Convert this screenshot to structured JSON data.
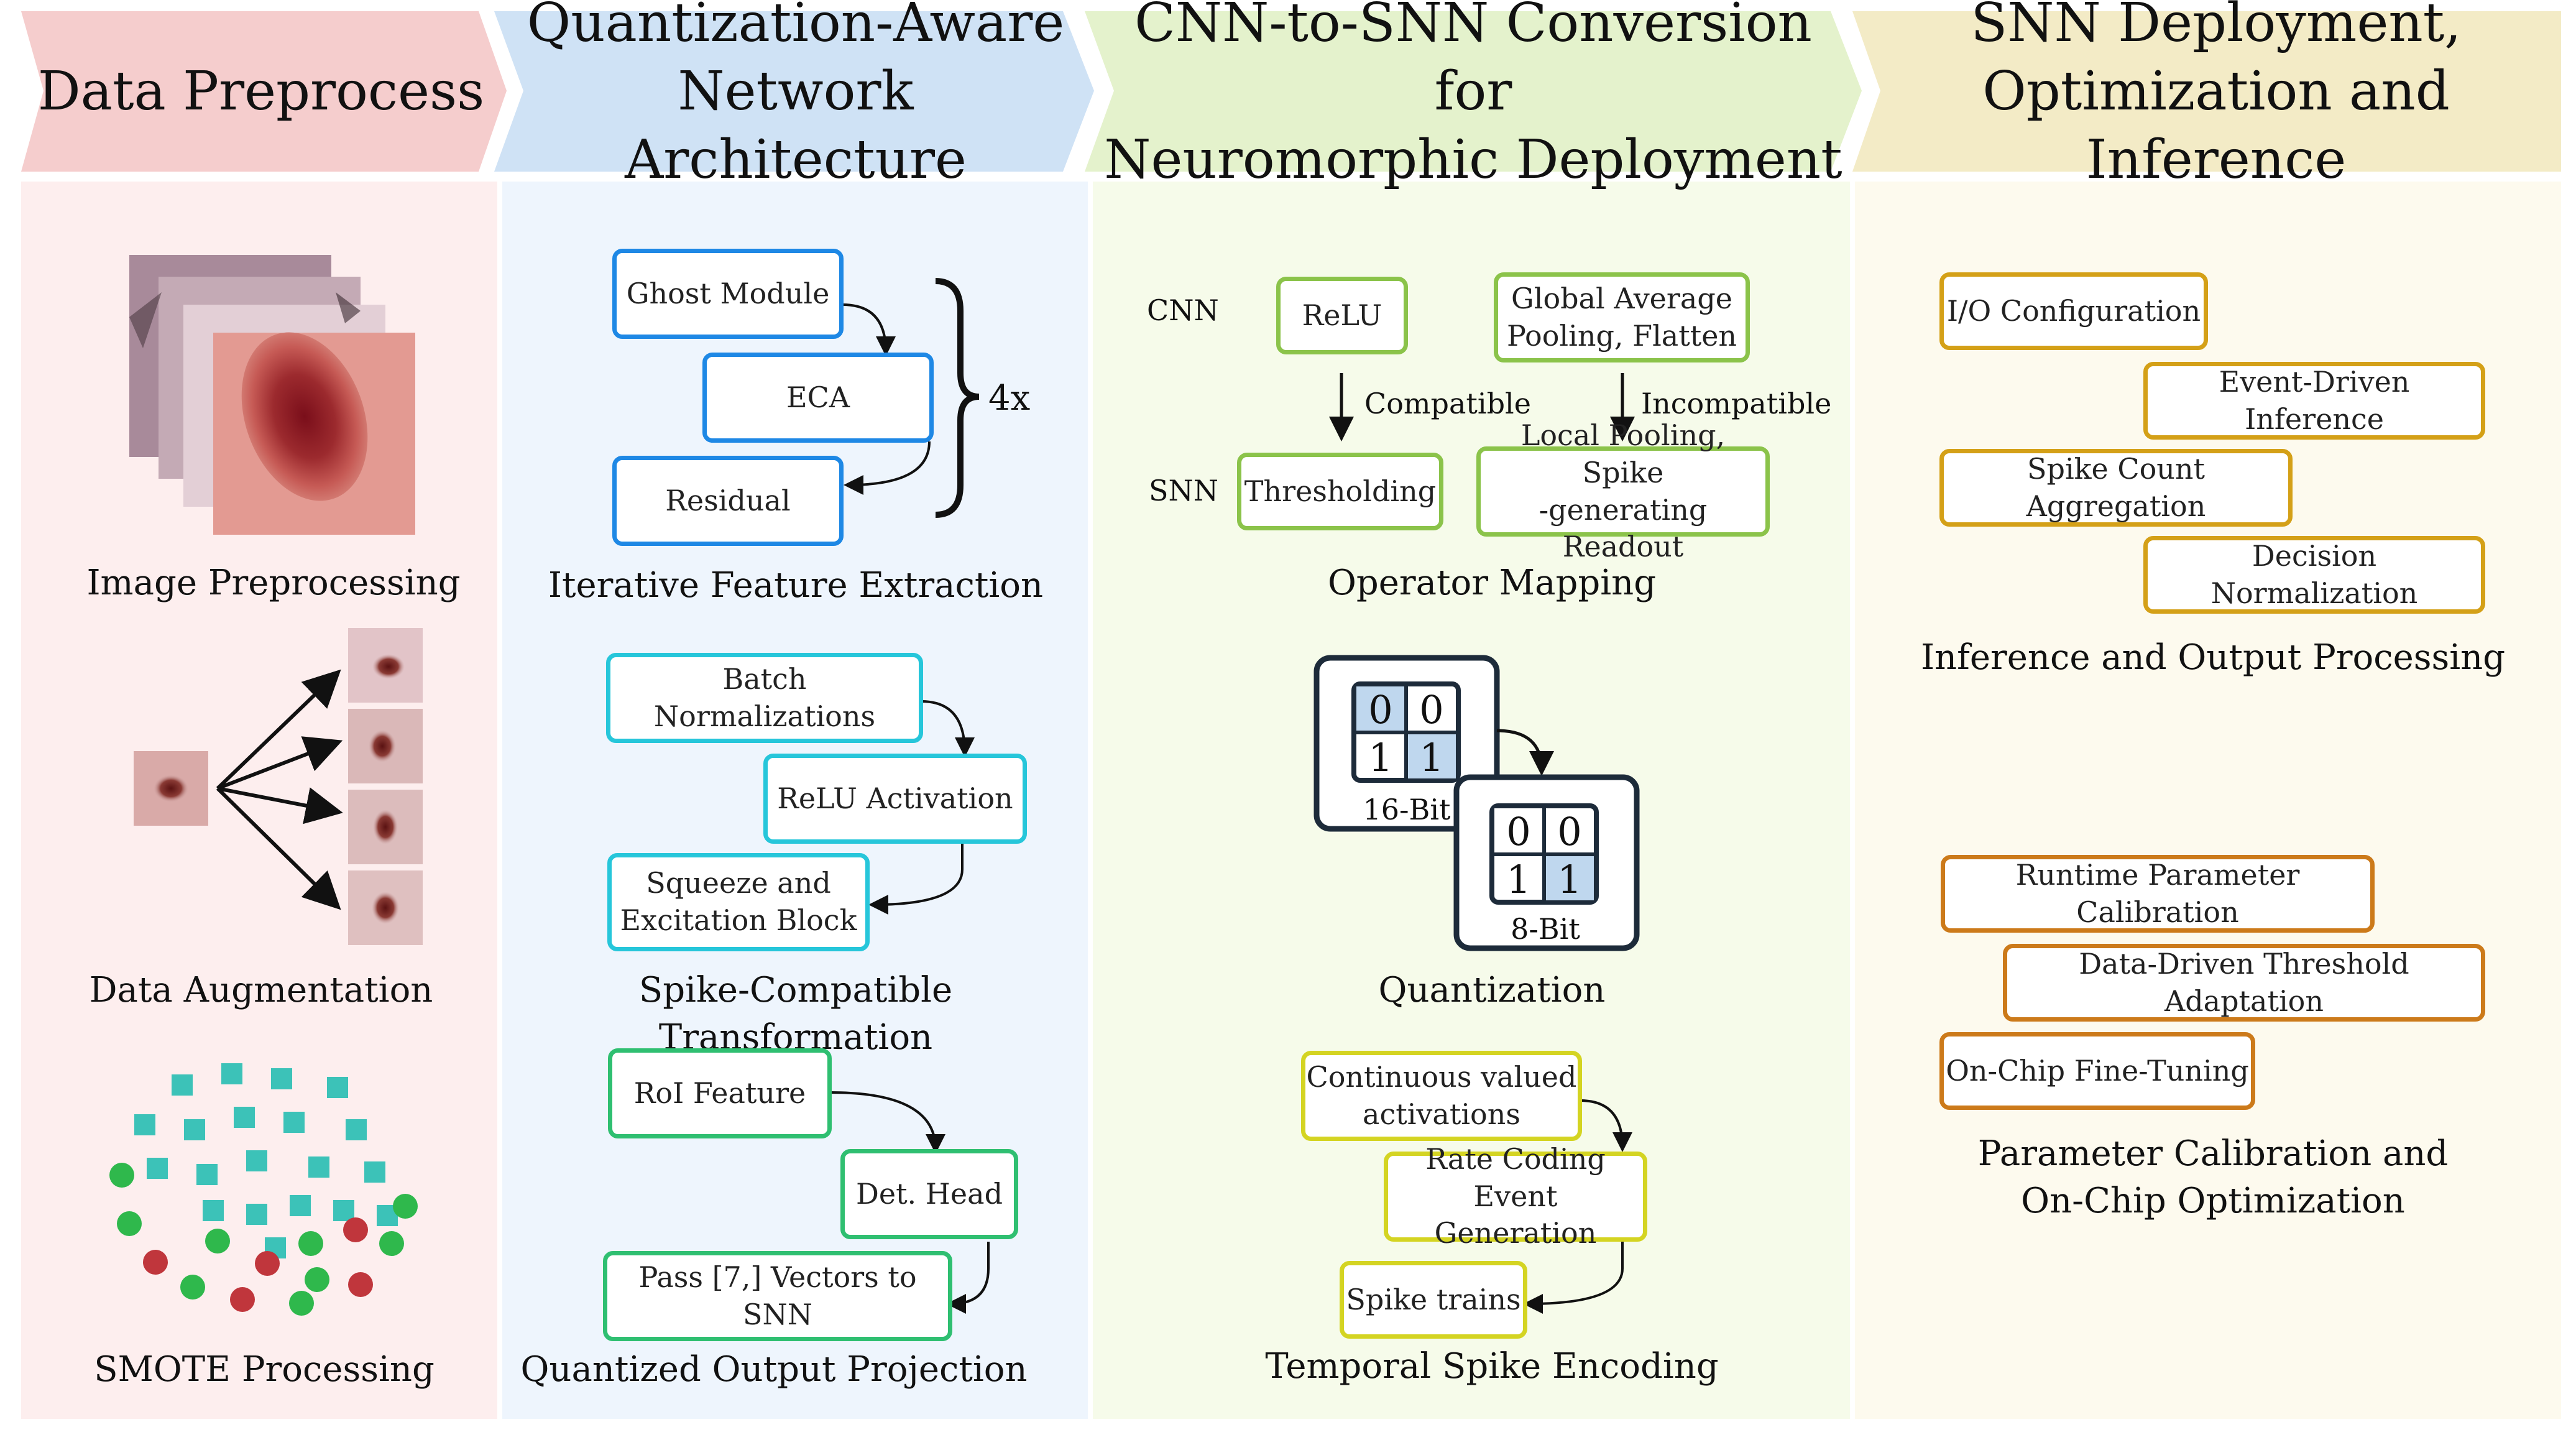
{
  "headers": {
    "h1": "Data Preprocess",
    "h2": [
      "Quantization-Aware",
      "Network Architecture"
    ],
    "h3": [
      "CNN-to-SNN Conversion for",
      "Neuromorphic Deployment"
    ],
    "h4": [
      "SNN Deployment,",
      "Optimization and Inference"
    ]
  },
  "col1": {
    "image_caption": "Image Preprocessing",
    "augmentation_caption": "Data Augmentation",
    "smote_caption": "SMOTE Processing"
  },
  "col2": {
    "ghost": "Ghost Module",
    "eca": "ECA",
    "residual": "Residual",
    "repeat": "4x",
    "iterative_caption": "Iterative Feature Extraction",
    "batchnorm": "Batch Normalizations",
    "relu_activation": "ReLU Activation",
    "squeeze": [
      "Squeeze and",
      "Excitation Block"
    ],
    "spike_caption": "Spike-Compatible Transformation",
    "roi": "RoI Feature",
    "det_head": "Det. Head",
    "pass_vectors": "Pass [7,] Vectors to SNN",
    "quantized_caption": "Quantized Output Projection"
  },
  "col3": {
    "cnn_label": "CNN",
    "snn_label": "SNN",
    "relu": "ReLU",
    "gap": [
      "Global Average",
      "Pooling, Flatten"
    ],
    "compatible": "Compatible",
    "incompatible": "Incompatible",
    "thresholding": "Thresholding",
    "local_pool": [
      "Local Pooling, Spike",
      "-generating Readout"
    ],
    "operator_caption": "Operator Mapping",
    "bits16": "16-Bit",
    "bits8": "8-Bit",
    "matrix": [
      "0",
      "0",
      "1",
      "1"
    ],
    "quant_caption": "Quantization",
    "continuous": [
      "Continuous valued",
      "activations"
    ],
    "rate_coding": [
      "Rate Coding",
      "Event Generation"
    ],
    "spike_trains": "Spike trains",
    "temporal_caption": "Temporal Spike Encoding"
  },
  "col4": {
    "io": "I/O Configuration",
    "event": "Event-Driven Inference",
    "spike_count": "Spike Count Aggregation",
    "decision": "Decision Normalization",
    "inference_caption": "Inference and Output Processing",
    "runtime": "Runtime Parameter Calibration",
    "threshold": "Data-Driven Threshold Adaptation",
    "onchip": "On-Chip Fine-Tuning",
    "param_caption": [
      "Parameter Calibration and",
      "On-Chip Optimization"
    ]
  },
  "colors": {
    "col1_bg": "#fdeeee",
    "col1_hdr": "#f5cdcd",
    "col2_bg": "#eef5fd",
    "col2_hdr": "#cfe2f5",
    "col3_bg": "#f6fbea",
    "col3_hdr": "#e4f2cc",
    "col4_bg": "#fdfaee",
    "col4_hdr": "#f3ebc6",
    "teal": "#3cc2b8",
    "green": "#2fb84c",
    "red": "#c0363c"
  }
}
